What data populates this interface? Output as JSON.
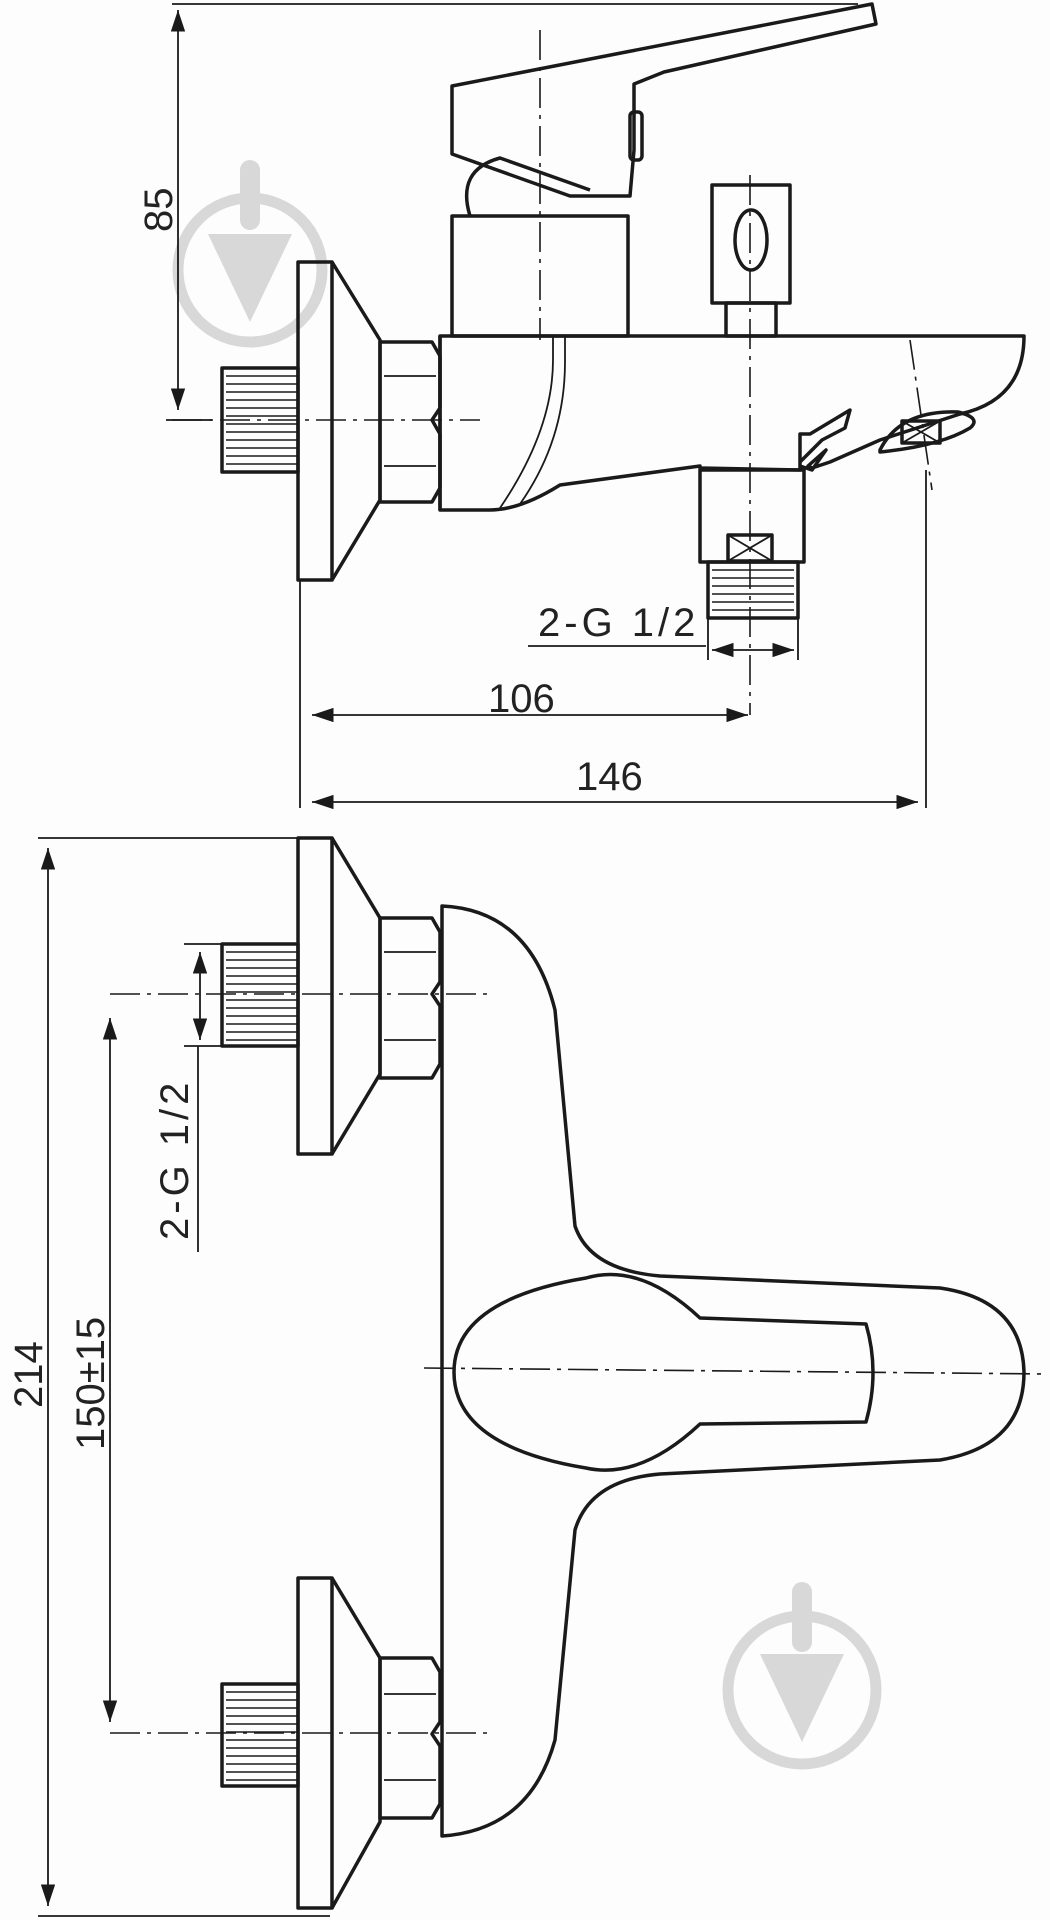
{
  "dimensions": {
    "height_top": "85",
    "thread_side": "2-G 1/2",
    "width_center": "106",
    "width_total": "146",
    "height_total": "214",
    "center_distance": "150±15",
    "thread_front": "2-G 1/2"
  },
  "colors": {
    "line": "#1a1a1a",
    "watermark": "#d8d8d8",
    "background": "#fdfdfd"
  },
  "icons": [
    "download-watermark-icon",
    "download-watermark-icon"
  ]
}
